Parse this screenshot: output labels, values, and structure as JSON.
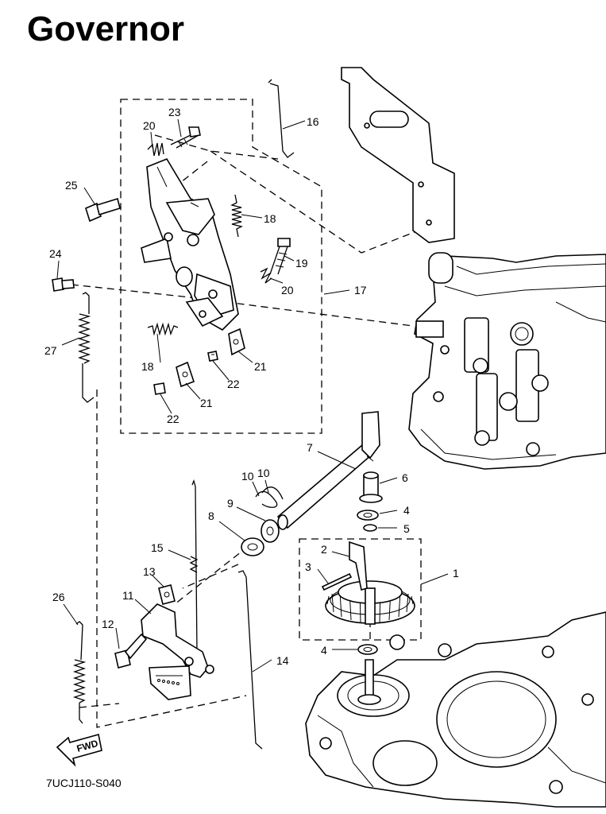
{
  "title": "Governor",
  "diagram_code": "7UCJ110-S040",
  "fwd_label": "FWD",
  "callouts": {
    "c1": "1",
    "c2": "2",
    "c3": "3",
    "c4a": "4",
    "c4b": "4",
    "c5": "5",
    "c6": "6",
    "c7": "7",
    "c8": "8",
    "c9": "9",
    "c10a": "10",
    "c10b": "10",
    "c11": "11",
    "c12": "12",
    "c13": "13",
    "c14": "14",
    "c15": "15",
    "c16": "16",
    "c17": "17",
    "c18a": "18",
    "c18b": "18",
    "c19": "19",
    "c20a": "20",
    "c20b": "20",
    "c21a": "21",
    "c21b": "21",
    "c22a": "22",
    "c22b": "22",
    "c23": "23",
    "c24": "24",
    "c25": "25",
    "c26": "26",
    "c27": "27"
  }
}
